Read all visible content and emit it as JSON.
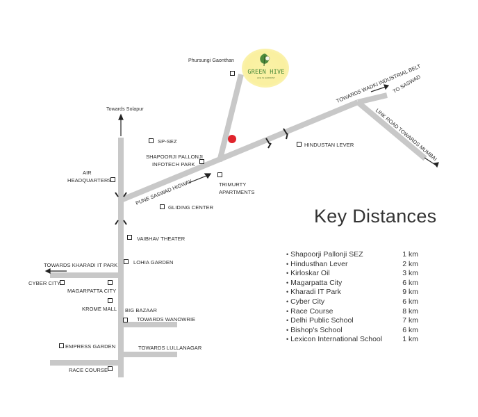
{
  "project": {
    "logo_text": "GREEN HIVE",
    "logo_subtext": "LIFE IN HARMONY",
    "site_marker_color": "#e0242c"
  },
  "colors": {
    "road": "#c8c8c8",
    "text": "#2a2a2a",
    "logo_bg": "#faf0a0",
    "logo_green": "#4a8a3a"
  },
  "map": {
    "road_labels": {
      "towards_solapur": "Towards Solapur",
      "pune_saswad_highway": "PUNE SASWAD HIGWAY",
      "towards_wadki": "TOWARDS WADKI INDUSTRIAL BELT",
      "to_saswad": "TO SASWAD",
      "link_road_mumbai": "LINK ROAD TOWARDS MUMBAI",
      "towards_kharadi": "TOWARDS KHARADI IT PARK",
      "towards_wanowrie": "TOWARDS WANOWRIE",
      "towards_lullanagar": "TOWARDS LULLANAGAR"
    },
    "landmarks": {
      "phursungi": "Phursungi Gaonthan",
      "sp_sez": "SP-SEZ",
      "shapoorji_1": "SHAPOORJI PALLONJI",
      "shapoorji_2": "INFOTECH PARK",
      "air_hq_1": "AIR",
      "air_hq_2": "HEADQUARTERS",
      "trimurty_1": "TRIMURTY",
      "trimurty_2": "APARTMENTS",
      "hindustan_lever": "HINDUSTAN LEVER",
      "gliding_center": "GLIDING CENTER",
      "vaibhav_theater": "VAIBHAV THEATER",
      "lohia_garden": "LOHIA GARDEN",
      "cyber_city": "CYBER CITY",
      "magarpatta_city": "MAGARPATTA CITY",
      "krome_mall": "KROME MALL",
      "big_bazaar": "BIG BAZAAR",
      "empress_garden": "EMPRESS GARDEN",
      "race_course": "RACE COURSE"
    }
  },
  "key_distances": {
    "title": "Key Distances",
    "items": [
      {
        "name": "Shapoorji Pallonji SEZ",
        "distance": "1 km"
      },
      {
        "name": "Hindusthan Lever",
        "distance": "2 km"
      },
      {
        "name": "Kirloskar Oil",
        "distance": "3 km"
      },
      {
        "name": "Magarpatta City",
        "distance": "6 km"
      },
      {
        "name": "Kharadi IT Park",
        "distance": "9 km"
      },
      {
        "name": "Cyber City",
        "distance": "6 km"
      },
      {
        "name": "Race Course",
        "distance": "8 km"
      },
      {
        "name": "Delhi Public School",
        "distance": "7 km"
      },
      {
        "name": "Bishop's School",
        "distance": "6 km"
      },
      {
        "name": "Lexicon International School",
        "distance": "1 km"
      }
    ]
  }
}
